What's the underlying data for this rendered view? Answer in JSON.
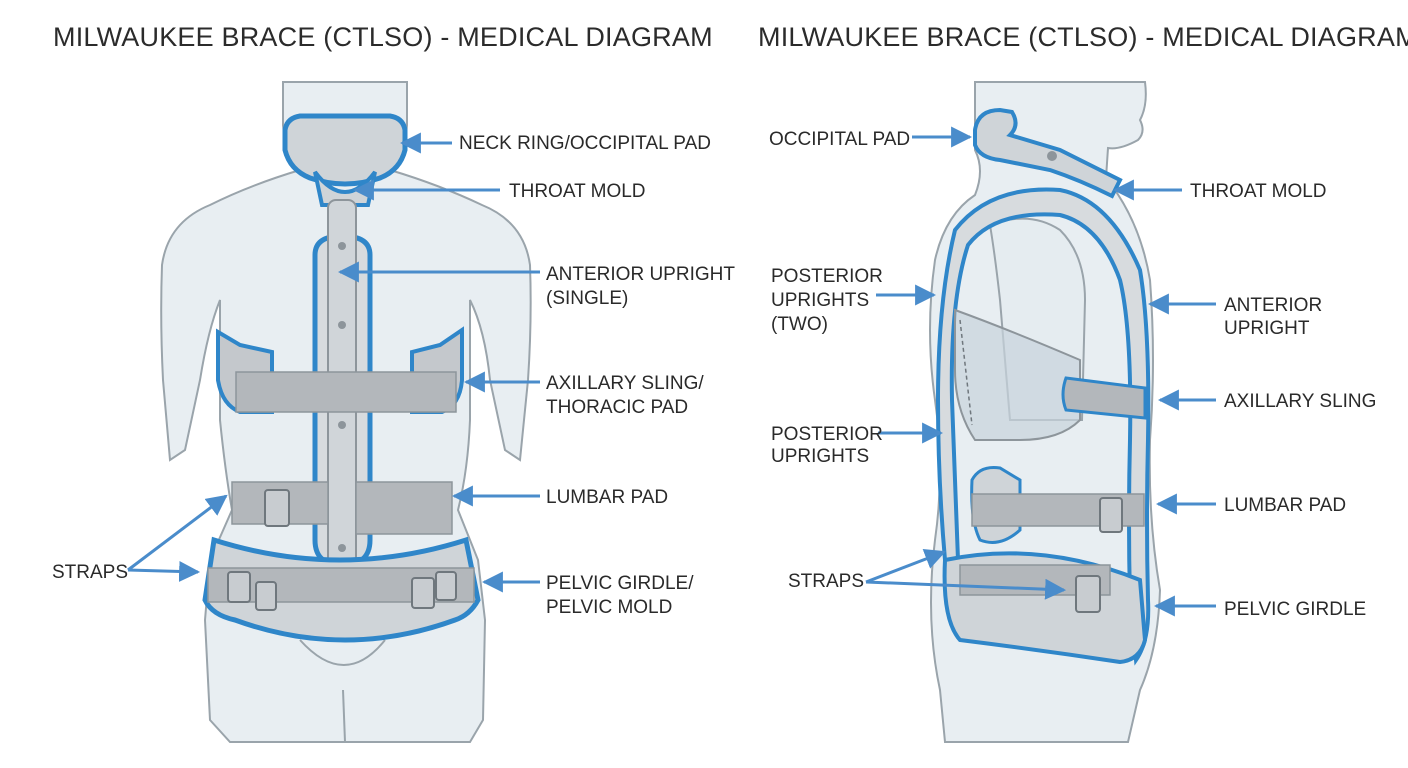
{
  "titles": {
    "front": "MILWAUKEE BRACE (CTLSO) - MEDICAL DIAGRAM",
    "side": "MILWAUKEE BRACE (CTLSO) - MEDICAL DIAGRAM"
  },
  "front_labels": {
    "neck_ring": "NECK RING/OCCIPITAL PAD",
    "throat_mold": "THROAT MOLD",
    "anterior_upright_1": "ANTERIOR UPRIGHT",
    "anterior_upright_2": "(SINGLE)",
    "axillary_1": "AXILLARY SLING/",
    "axillary_2": "THORACIC PAD",
    "lumbar_pad": "LUMBAR PAD",
    "straps": "STRAPS",
    "pelvic_1": "PELVIC GIRDLE/",
    "pelvic_2": "PELVIC MOLD"
  },
  "side_labels": {
    "occipital_pad": "OCCIPITAL PAD",
    "throat_mold": "THROAT MOLD",
    "posterior_two_1": "POSTERIOR",
    "posterior_two_2": "UPRIGHTS",
    "posterior_two_3": "(TWO)",
    "anterior_upright_1": "ANTERIOR",
    "anterior_upright_2": "UPRIGHT",
    "axillary_sling": "AXILLARY SLING",
    "posterior_1": "POSTERIOR",
    "posterior_2": "UPRIGHTS",
    "lumbar_pad": "LUMBAR PAD",
    "straps": "STRAPS",
    "pelvic_girdle": "PELVIC GIRDLE"
  },
  "colors": {
    "brace_blue": "#2f86c9",
    "arrow_blue": "#4a8ccb",
    "pad_gray": "#b9bcc0",
    "body_fill": "#e8eef2",
    "body_stroke": "#9aa4ab"
  }
}
